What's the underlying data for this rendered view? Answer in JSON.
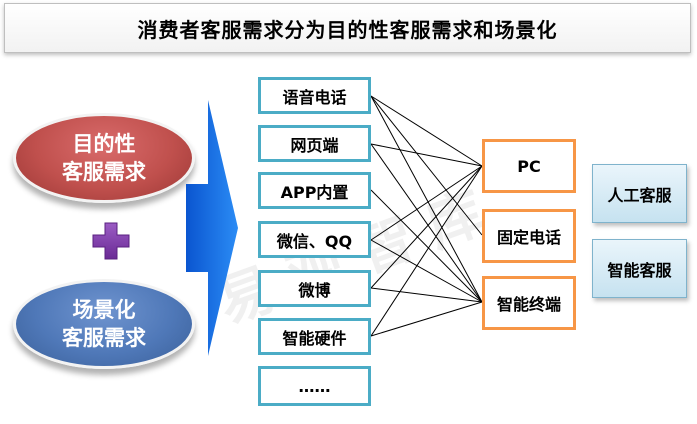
{
  "title": "消费者客服需求分为目的性客服需求和场景化",
  "watermark": "易观智库",
  "left": {
    "top_ellipse": {
      "line1": "目的性",
      "line2": "客服需求",
      "color": "#c0504d"
    },
    "bottom_ellipse": {
      "line1": "场景化",
      "line2": "客服需求",
      "color": "#4f78b8"
    },
    "plus_color": "#7030a0",
    "arrow_color": "#1e6ee6"
  },
  "sources": [
    "语音电话",
    "网页端",
    "APP内置",
    "微信、QQ",
    "微博",
    "智能硬件",
    "……"
  ],
  "terminals": [
    "PC",
    "固定电话",
    "智能终端"
  ],
  "services": [
    "人工客服",
    "智能客服"
  ],
  "colors": {
    "source_border": "#4bacc6",
    "terminal_border": "#f79646"
  }
}
